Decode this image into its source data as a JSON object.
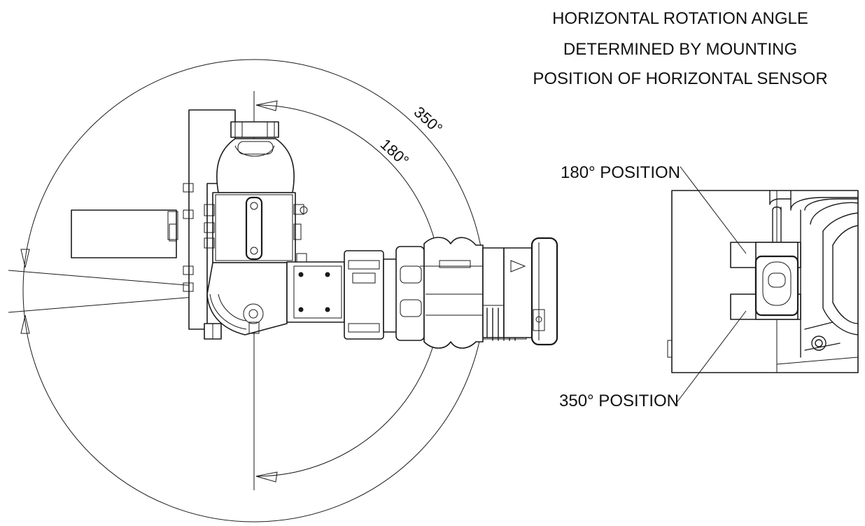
{
  "heading": {
    "line1": "HORIZONTAL ROTATION ANGLE",
    "line2": "DETERMINED BY MOUNTING",
    "line3": "POSITION OF HORIZONTAL SENSOR"
  },
  "angles": {
    "outer": "350°",
    "inner": "180°"
  },
  "detail": {
    "label_180": "180° POSITION",
    "label_350": "350° POSITION"
  }
}
